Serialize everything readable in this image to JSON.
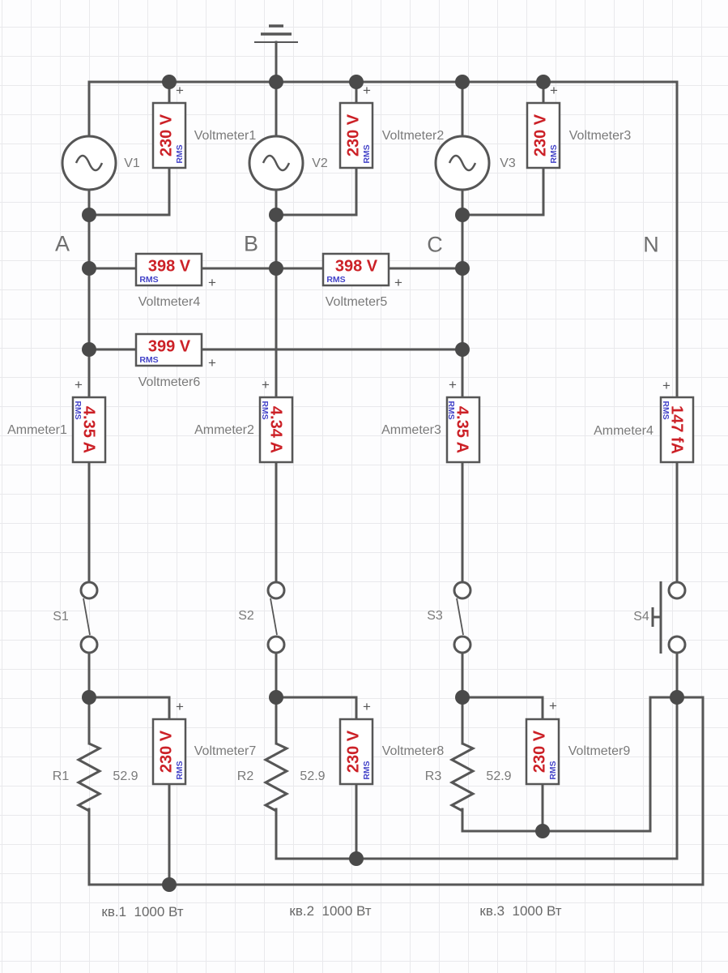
{
  "colors": {
    "wire": "#565656",
    "junction_dot": "#4a4a4a",
    "value_red": "#cc2127",
    "rms_blue": "#4343c8",
    "label_gray": "#7a7a7a",
    "grid": "#e9e9ec",
    "background": "#fdfdfe"
  },
  "symbols": {
    "plus": "+"
  },
  "phases": [
    {
      "label": "A"
    },
    {
      "label": "B"
    },
    {
      "label": "C"
    },
    {
      "label": "N"
    }
  ],
  "sources": [
    {
      "label": "V1"
    },
    {
      "label": "V2"
    },
    {
      "label": "V3"
    }
  ],
  "voltmeters": [
    {
      "label": "Voltmeter1",
      "value": "230 V",
      "mode": "RMS"
    },
    {
      "label": "Voltmeter2",
      "value": "230 V",
      "mode": "RMS"
    },
    {
      "label": "Voltmeter3",
      "value": "230 V",
      "mode": "RMS"
    },
    {
      "label": "Voltmeter4",
      "value": "398 V",
      "mode": "RMS"
    },
    {
      "label": "Voltmeter5",
      "value": "398 V",
      "mode": "RMS"
    },
    {
      "label": "Voltmeter6",
      "value": "399 V",
      "mode": "RMS"
    },
    {
      "label": "Voltmeter7",
      "value": "230 V",
      "mode": "RMS"
    },
    {
      "label": "Voltmeter8",
      "value": "230 V",
      "mode": "RMS"
    },
    {
      "label": "Voltmeter9",
      "value": "230 V",
      "mode": "RMS"
    }
  ],
  "ammeters": [
    {
      "label": "Ammeter1",
      "value": "4.35 A",
      "mode": "RMS"
    },
    {
      "label": "Ammeter2",
      "value": "4.34 A",
      "mode": "RMS"
    },
    {
      "label": "Ammeter3",
      "value": "4.35 A",
      "mode": "RMS"
    },
    {
      "label": "Ammeter4",
      "value": "147 fA",
      "mode": "RMS"
    }
  ],
  "switches": [
    {
      "label": "S1",
      "kind": "toggle",
      "state": "closed"
    },
    {
      "label": "S2",
      "kind": "toggle",
      "state": "closed"
    },
    {
      "label": "S3",
      "kind": "toggle",
      "state": "closed"
    },
    {
      "label": "S4",
      "kind": "pushbutton",
      "state": "open"
    }
  ],
  "resistors": [
    {
      "label": "R1",
      "value": "52.9"
    },
    {
      "label": "R2",
      "value": "52.9"
    },
    {
      "label": "R3",
      "value": "52.9"
    }
  ],
  "captions": [
    {
      "text": "кв.1  1000 Вт"
    },
    {
      "text": "кв.2  1000 Вт"
    },
    {
      "text": "кв.3  1000 Вт"
    }
  ]
}
